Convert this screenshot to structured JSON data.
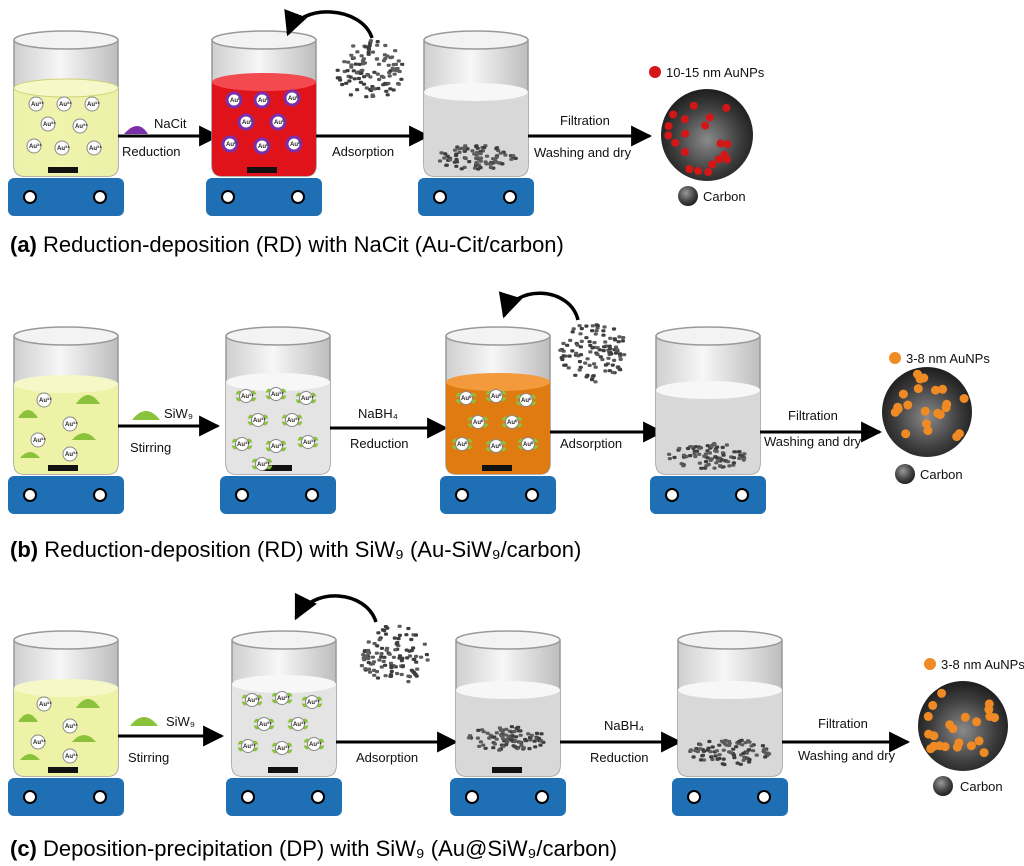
{
  "colors": {
    "yellow": "#eef2a6",
    "red": "#e0131b",
    "orange": "#e07b12",
    "white_liquid": "#e9e9e9",
    "stirrer": "#1f6fb5",
    "nacit": "#7b2fa8",
    "siw9": "#8ac33b",
    "au_red": "#d51616",
    "au_orange": "#f08a24",
    "carbon": "#555555"
  },
  "ion_label": "Au³⁺",
  "atom_label": "Au⁰",
  "rows": [
    {
      "id": "a",
      "caption_prefix": "(a)",
      "caption_text": "Reduction-deposition (RD) with NaCit (Au-Cit/carbon)",
      "steps": [
        {
          "top": "NaCit",
          "bottom": "Reduction",
          "reagent": "nacit"
        },
        {
          "top": "",
          "bottom": "Adsorption"
        },
        {
          "top": "Filtration",
          "bottom": "Washing and dry"
        }
      ],
      "legend_particles": "10-15 nm AuNPs",
      "legend_carbon": "Carbon"
    },
    {
      "id": "b",
      "caption_prefix": "(b)",
      "caption_text": "Reduction-deposition (RD) with SiW₉ (Au-SiW₉/carbon)",
      "steps": [
        {
          "top": "SiW₉",
          "bottom": "Stirring",
          "reagent": "siw9"
        },
        {
          "top": "NaBH₄",
          "bottom": "Reduction"
        },
        {
          "top": "",
          "bottom": "Adsorption"
        },
        {
          "top": "Filtration",
          "bottom": "Washing and dry"
        }
      ],
      "legend_particles": "3-8 nm AuNPs",
      "legend_carbon": "Carbon"
    },
    {
      "id": "c",
      "caption_prefix": "(c)",
      "caption_text": "Deposition-precipitation (DP) with SiW₉ (Au@SiW₉/carbon)",
      "steps": [
        {
          "top": "SiW₉",
          "bottom": "Stirring",
          "reagent": "siw9"
        },
        {
          "top": "",
          "bottom": "Adsorption"
        },
        {
          "top": "NaBH₄",
          "bottom": "Reduction"
        },
        {
          "top": "Filtration",
          "bottom": "Washing and dry"
        }
      ],
      "legend_particles": "3-8 nm AuNPs",
      "legend_carbon": "Carbon"
    }
  ]
}
